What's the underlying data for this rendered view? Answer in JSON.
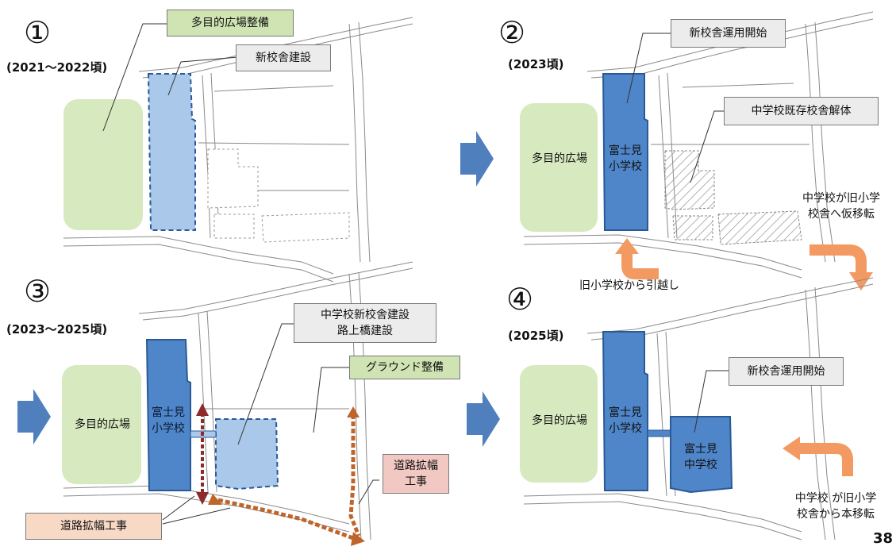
{
  "panels": [
    {
      "number": "①",
      "period": "(2021～2022頃)",
      "callouts": [
        {
          "text": "多目的広場整備",
          "style": "green"
        },
        {
          "text": "新校舎建設",
          "style": "grey"
        }
      ]
    },
    {
      "number": "②",
      "period": "(2023頃)",
      "callouts": [
        {
          "text": "新校舎運用開始",
          "style": "grey"
        },
        {
          "text": "中学校既存校舎解体",
          "style": "grey"
        }
      ],
      "labels": {
        "plaza": "多目的広場",
        "school": [
          "富士見",
          "小学校"
        ],
        "move_note": [
          "中学校が旧小学",
          "校舎へ仮移転"
        ],
        "move_from": "旧小学校から引越し"
      }
    },
    {
      "number": "③",
      "period": "(2023～2025頃)",
      "callouts": [
        {
          "text": [
            "中学校新校舎建設",
            "路上橋建設"
          ],
          "style": "grey"
        },
        {
          "text": "グラウンド整備",
          "style": "green"
        },
        {
          "text": [
            "道路拡幅",
            "工事"
          ],
          "style": "pink"
        },
        {
          "text": "道路拡幅工事",
          "style": "salmon"
        }
      ],
      "labels": {
        "plaza": "多目的広場",
        "school": [
          "富士見",
          "小学校"
        ]
      }
    },
    {
      "number": "④",
      "period": "(2025頃)",
      "callouts": [
        {
          "text": "新校舎運用開始",
          "style": "grey"
        }
      ],
      "labels": {
        "plaza": "多目的広場",
        "school": [
          "富士見",
          "小学校"
        ],
        "jhs": [
          "富士見",
          "中学校"
        ],
        "move_note": [
          "中学校 が旧小学",
          "校舎から本移転"
        ]
      }
    }
  ],
  "page_number": "38",
  "colors": {
    "plaza": "#d7e9be",
    "school_new": "#a9c8ea",
    "school_built": "#4f86c9",
    "school_outline": "#2a5a96",
    "hatch": "#9a9a9a",
    "flow_arrow": "#4f7fbd",
    "move_arrow": "#f39a63",
    "road_work": "#c0652a",
    "road_work_dark": "#8e2a2a"
  }
}
